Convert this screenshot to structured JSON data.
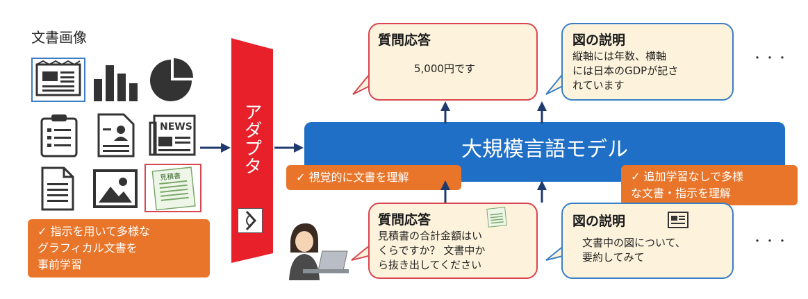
{
  "doc_images": {
    "label": "文書画像",
    "news_text": "NEWS",
    "estimate_text": "見積書"
  },
  "adapter": {
    "label": "アダプタ"
  },
  "llm": {
    "label": "大規模言語モデル"
  },
  "callouts": {
    "pretrain": "✓ 指示を用いて多様な\nグラフィカル文書を\n事前学習",
    "visual": "✓ 視覚的に文書を理解",
    "no_training": "✓ 追加学習なしで多様\nな文書・指示を理解"
  },
  "outputs": {
    "qa": {
      "title": "質問応答",
      "body": "5,000円です"
    },
    "fig": {
      "title": "図の説明",
      "body": "縦軸には年数、横軸\nには日本のGDPが記さ\nれています"
    },
    "ellipsis": "・・・"
  },
  "inputs": {
    "qa": {
      "title": "質問応答",
      "body": "見積書の合計金額はい\nくらですか？ 文書中か\nら抜き出してください"
    },
    "fig": {
      "title": "図の説明",
      "body": "文書中の図について、\n要約してみて"
    },
    "ellipsis": "・・・"
  },
  "colors": {
    "adapter_red": "#e8202a",
    "llm_blue": "#1f6fc6",
    "callout_orange": "#e8752a",
    "arrow_navy": "#1f3a6e"
  }
}
